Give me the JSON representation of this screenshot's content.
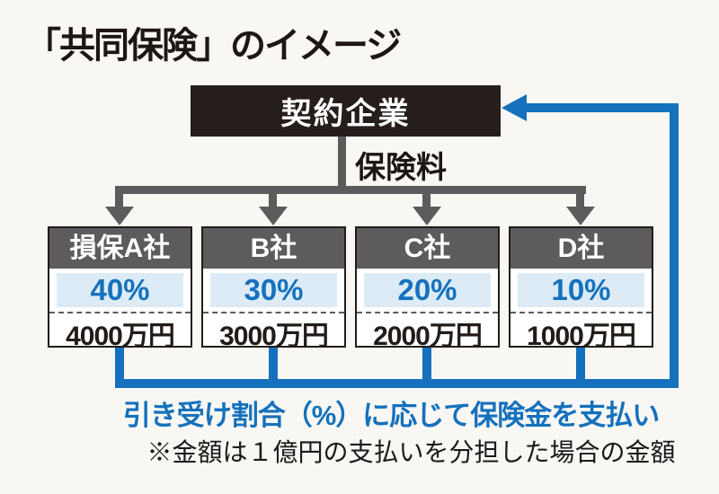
{
  "title": "「共同保険」のイメージ",
  "contract_box": {
    "label": "契約企業"
  },
  "premium_label": "保険料",
  "companies": [
    {
      "name": "損保A社",
      "share": "40%",
      "amount": "4000万円"
    },
    {
      "name": "B社",
      "share": "30%",
      "amount": "3000万円"
    },
    {
      "name": "C社",
      "share": "20%",
      "amount": "2000万円"
    },
    {
      "name": "D社",
      "share": "10%",
      "amount": "1000万円"
    }
  ],
  "payout_label": "引き受け割合（%）に応じて保険金を支払い",
  "note": "※金額は１億円の支払いを分担した場合の金額",
  "colors": {
    "accent_blue": "#1571bd",
    "light_blue": "#dcebf5",
    "gray": "#5d5b5b",
    "black_box": "#251e1b",
    "background": "#f9f7f3"
  }
}
